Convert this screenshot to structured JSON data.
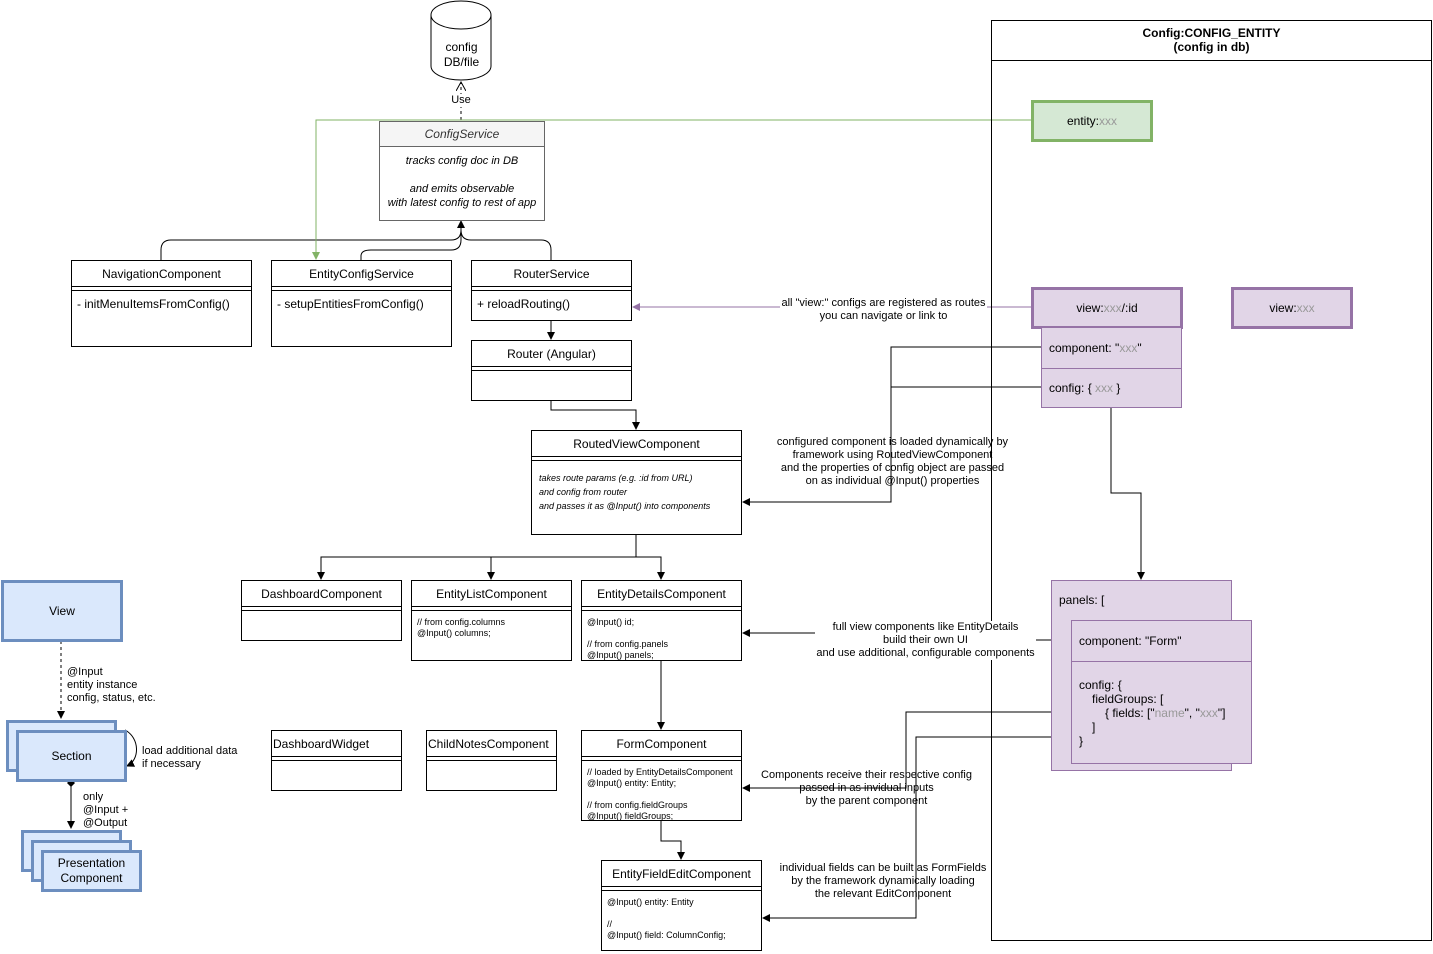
{
  "db": {
    "label": "config\nDB/file",
    "use_label": "Use"
  },
  "config_service": {
    "title": "ConfigService",
    "line1": "tracks config doc in DB",
    "line2": "and emits observable\nwith latest config to rest of app"
  },
  "classes": {
    "navigation": {
      "title": "NavigationComponent",
      "body": "- initMenuItemsFromConfig()"
    },
    "entity_config": {
      "title": "EntityConfigService",
      "body": "- setupEntitiesFromConfig()"
    },
    "router_service": {
      "title": "RouterService",
      "body": "+ reloadRouting()"
    },
    "router": {
      "title": "Router (Angular)",
      "body": ""
    },
    "routed_view": {
      "title": "RoutedViewComponent",
      "body": "takes route params (e.g. :id from URL)\nand config from router\nand passes it as @Input() into components"
    },
    "dashboard": {
      "title": "DashboardComponent",
      "body": ""
    },
    "entity_list": {
      "title": "EntityListComponent",
      "body": "// from config.columns\n@Input() columns;"
    },
    "entity_details": {
      "title": "EntityDetailsComponent",
      "body": "@Input() id;\n\n// from config.panels\n@Input() panels;"
    },
    "dashboard_widget": {
      "title": "DashboardWidget",
      "body": ""
    },
    "child_notes": {
      "title": "ChildNotesComponent",
      "body": ""
    },
    "form": {
      "title": "FormComponent",
      "body": "// loaded by EntityDetailsComponent\n@Input() entity: Entity;\n\n// from config.fieldGroups\n@Input() fieldGroups;"
    },
    "field_edit": {
      "title": "EntityFieldEditComponent",
      "body": "@Input() entity: Entity\n\n//\n@Input() field: ColumnConfig;"
    }
  },
  "config_panel": {
    "title": "Config:CONFIG_ENTITY",
    "subtitle": "(config in db)",
    "entity": {
      "prefix": "entity:",
      "placeholder": "xxx"
    },
    "view1": {
      "prefix": "view:",
      "placeholder": "xxx",
      "suffix": "/:id"
    },
    "view2": {
      "prefix": "view:",
      "placeholder": "xxx"
    },
    "component": {
      "prefix": "component: \"",
      "placeholder": "xxx",
      "suffix": "\""
    },
    "config": {
      "prefix": "config: { ",
      "placeholder": "xxx",
      "suffix": " }"
    },
    "panels": "panels: [",
    "form_component": "component: \"Form\"",
    "form_config": {
      "line1": "config: {",
      "line2": "fieldGroups: [",
      "line3_prefix": "{ fields: [\"",
      "line3_name": "name",
      "line3_mid": "\", \"",
      "line3_xxx": "xxx",
      "line3_suffix": "\"]",
      "line4": "]",
      "line5": "}"
    }
  },
  "annotations": {
    "routes": "all \"view:\" configs are registered as routes\nyou can navigate or link to",
    "dynamic": "configured component is loaded dynamically by\nframework using RoutedViewComponent\nand the properties of config object are passed\non as individual @Input() properties",
    "full_view": "full view components like EntityDetails\nbuild their own UI\nand use additional, configurable components",
    "receive": "Components receive their respective config\npassed in as invidual inputs\nby the parent component",
    "fields": "individual fields can be built as FormFields\nby the framework dynamically loading\nthe relevant EditComponent"
  },
  "legend": {
    "view": "View",
    "input_label": "@Input\nentity instance\nconfig, status, etc.",
    "section": "Section",
    "load_label": "load additional data\nif necessary",
    "only_label": "only\n@Input +\n@Output",
    "presentation": "Presentation\nComponent"
  },
  "colors": {
    "green_fill": "#d5e8d4",
    "green_stroke": "#82b366",
    "purple_fill": "#e1d5e7",
    "purple_stroke": "#9673a6",
    "blue_fill": "#dae8fc",
    "blue_stroke": "#6c8ebf"
  }
}
